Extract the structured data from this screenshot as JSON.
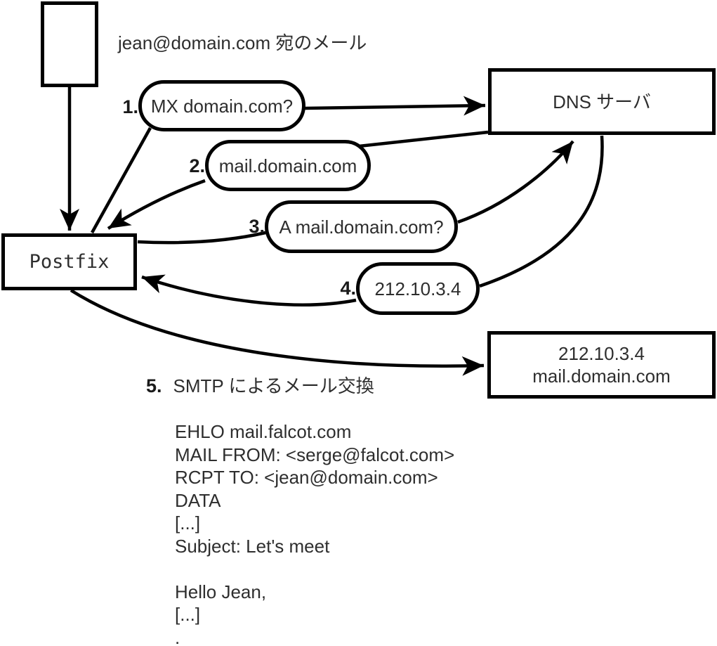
{
  "intro_label": "jean@domain.com 宛のメール",
  "nodes": {
    "postfix": {
      "label": "Postfix"
    },
    "dns": {
      "label": "DNS サーバ"
    },
    "mail_server": {
      "line1": "212.10.3.4",
      "line2": "mail.domain.com"
    }
  },
  "steps": [
    {
      "num": "1.",
      "label": "MX domain.com?"
    },
    {
      "num": "2.",
      "label": "mail.domain.com"
    },
    {
      "num": "3.",
      "label": "A mail.domain.com?"
    },
    {
      "num": "4.",
      "label": "212.10.3.4"
    },
    {
      "num": "5.",
      "label": "SMTP によるメール交換"
    }
  ],
  "smtp_session": "EHLO mail.falcot.com\nMAIL FROM: <serge@falcot.com>\nRCPT TO: <jean@domain.com>\nDATA\n[...]\nSubject: Let's meet\n\nHello Jean,\n[...]\n.",
  "colors": {
    "stroke": "#000000",
    "background": "#ffffff",
    "text": "#2e2e2e"
  }
}
